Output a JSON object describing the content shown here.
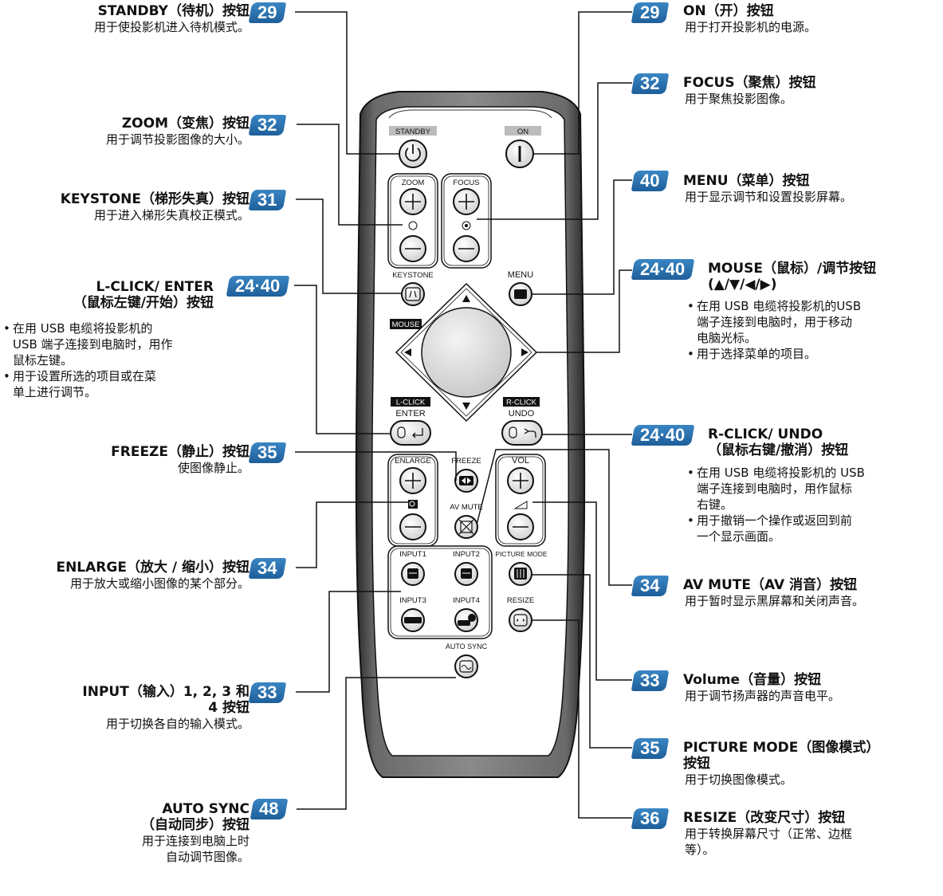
{
  "labels": {
    "standby": {
      "num": "29",
      "title": "STANDBY（待机）按钮",
      "desc": "用于使投影机进入待机模式。"
    },
    "zoom": {
      "num": "32",
      "title": "ZOOM（变焦）按钮",
      "desc": "用于调节投影图像的大小。"
    },
    "keystone": {
      "num": "31",
      "title": "KEYSTONE（梯形失真）按钮",
      "desc": "用于进入梯形失真校正模式。"
    },
    "lclick": {
      "num": "24·40",
      "title1": "L-CLICK/ ENTER",
      "title2": "（鼠标左键/开始）按钮",
      "b1": [
        "在用 USB 电缆将投影机的",
        "USB 端子连接到电脑时，用作",
        "鼠标左键。"
      ],
      "b2": [
        "用于设置所选的项目或在菜",
        "单上进行调节。"
      ]
    },
    "freeze": {
      "num": "35",
      "title": "FREEZE（静止）按钮",
      "desc": "使图像静止。"
    },
    "enlarge": {
      "num": "34",
      "title": "ENLARGE（放大 / 缩小）按钮",
      "desc": "用于放大或缩小图像的某个部分。"
    },
    "input": {
      "num": "33",
      "title1": "INPUT（输入）1, 2, 3 和",
      "title2": "4 按钮",
      "desc": "用于切换各自的输入模式。"
    },
    "autosync": {
      "num": "48",
      "title1": "AUTO SYNC",
      "title2": "（自动同步）按钮",
      "desc1": "用于连接到电脑上时",
      "desc2": "自动调节图像。"
    },
    "on": {
      "num": "29",
      "title": "ON（开）按钮",
      "desc": "用于打开投影机的电源。"
    },
    "focus": {
      "num": "32",
      "title": "FOCUS（聚焦）按钮",
      "desc": "用于聚焦投影图像。"
    },
    "menu": {
      "num": "40",
      "title": "MENU（菜单）按钮",
      "desc": "用于显示调节和设置投影屏幕。"
    },
    "mouse": {
      "num": "24·40",
      "title1": "MOUSE（鼠标）/调节按钮",
      "title2": "(▲/▼/◀/▶)",
      "b1": [
        "在用 USB 电缆将投影机的USB",
        "端子连接到电脑时，用于移动",
        "电脑光标。"
      ],
      "b2": [
        "用于选择菜单的项目。"
      ]
    },
    "rclick": {
      "num": "24·40",
      "title1": "R-CLICK/ UNDO",
      "title2": "（鼠标右键/撤消）按钮",
      "b1": [
        "在用 USB 电缆将投影机的 USB",
        "端子连接到电脑时，用作鼠标",
        "右键。"
      ],
      "b2": [
        "用于撤销一个操作或返回到前",
        "一个显示画面。"
      ]
    },
    "avmute": {
      "num": "34",
      "title": "AV MUTE（AV 消音）按钮",
      "desc": "用于暂时显示黑屏幕和关闭声音。"
    },
    "volume": {
      "num": "33",
      "title": "Volume（音量）按钮",
      "desc": "用于调节扬声器的声音电平。"
    },
    "picture": {
      "num": "35",
      "title1": "PICTURE MODE（图像模式）",
      "title2": "按钮",
      "desc": "用于切换图像模式。"
    },
    "resize": {
      "num": "36",
      "title": "RESIZE（改变尺寸）按钮",
      "desc1": "用于转换屏幕尺寸（正常、边框",
      "desc2": "等）。"
    }
  },
  "remote": {
    "standby": "STANDBY",
    "on": "ON",
    "zoom": "ZOOM",
    "focus": "FOCUS",
    "keystone": "KEYSTONE",
    "menu": "MENU",
    "mouse": "MOUSE",
    "lclick": "L-CLICK",
    "enter": "ENTER",
    "rclick": "R-CLICK",
    "undo": "UNDO",
    "enlarge": "ENLARGE",
    "freeze": "FREEZE",
    "vol": "VOL",
    "avmute": "AV MUTE",
    "input1": "INPUT1",
    "input2": "INPUT2",
    "input3": "INPUT3",
    "input4": "INPUT4",
    "picturemode": "PICTURE MODE",
    "resize": "RESIZE",
    "autosync": "AUTO SYNC"
  },
  "colors": {
    "badge": "#2a72b5",
    "line": "#111111"
  }
}
